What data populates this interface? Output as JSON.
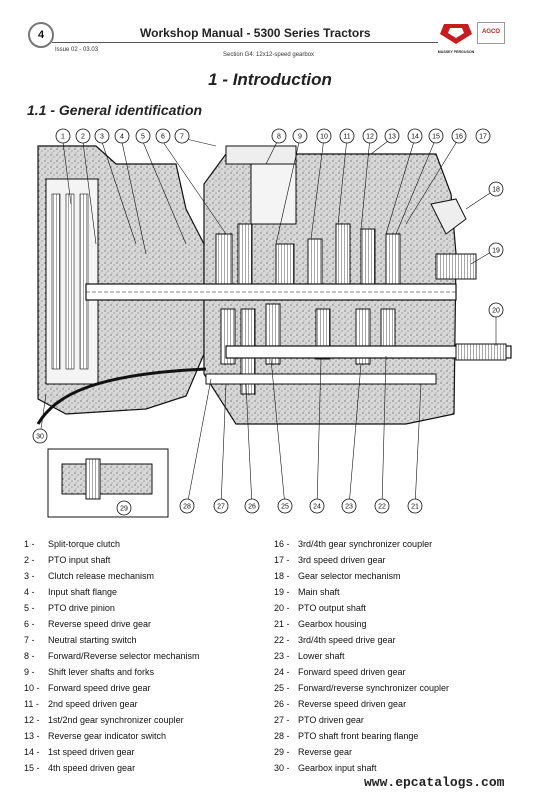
{
  "header": {
    "page_number": "4",
    "title": "Workshop Manual - 5300 Series Tractors",
    "issue": "Issue 02 - 03.03",
    "section": "Section G4: 12x12-speed gearbox",
    "brand_mf": "MASSEY FERGUSON",
    "brand_agco": "AGCO"
  },
  "headings": {
    "h1": "1 - Introduction",
    "h2": "1.1 - General identification"
  },
  "callouts": [
    "1",
    "2",
    "3",
    "4",
    "5",
    "6",
    "7",
    "8",
    "9",
    "10",
    "11",
    "12",
    "13",
    "14",
    "15",
    "16",
    "17",
    "18",
    "19",
    "20",
    "21",
    "22",
    "23",
    "24",
    "25",
    "26",
    "27",
    "28",
    "29",
    "30"
  ],
  "parts_left": [
    {
      "num": "1 -",
      "text": "Split-torque clutch"
    },
    {
      "num": "2 -",
      "text": "PTO input shaft"
    },
    {
      "num": "3 -",
      "text": "Clutch release mechanism"
    },
    {
      "num": "4 -",
      "text": "Input shaft flange"
    },
    {
      "num": "5 -",
      "text": "PTO drive pinion"
    },
    {
      "num": "6 -",
      "text": "Reverse speed drive gear"
    },
    {
      "num": "7 -",
      "text": "Neutral starting switch"
    },
    {
      "num": "8 -",
      "text": "Forward/Reverse selector mechanism"
    },
    {
      "num": "9 -",
      "text": "Shift lever shafts and forks"
    },
    {
      "num": "10 -",
      "text": "Forward speed drive gear"
    },
    {
      "num": "11 -",
      "text": "2nd speed driven gear"
    },
    {
      "num": "12 -",
      "text": "1st/2nd gear synchronizer coupler"
    },
    {
      "num": "13 -",
      "text": "Reverse gear indicator switch"
    },
    {
      "num": "14 -",
      "text": "1st speed driven gear"
    },
    {
      "num": "15 -",
      "text": "4th speed driven gear"
    }
  ],
  "parts_right": [
    {
      "num": "16 -",
      "text": "3rd/4th gear synchronizer coupler"
    },
    {
      "num": "17 -",
      "text": "3rd speed driven gear"
    },
    {
      "num": "18 -",
      "text": "Gear selector mechanism"
    },
    {
      "num": "19 -",
      "text": "Main shaft"
    },
    {
      "num": "20 -",
      "text": "PTO output shaft"
    },
    {
      "num": "21 -",
      "text": "Gearbox housing"
    },
    {
      "num": "22 -",
      "text": "3rd/4th speed drive gear"
    },
    {
      "num": "23 -",
      "text": "Lower shaft"
    },
    {
      "num": "24 -",
      "text": "Forward speed driven gear"
    },
    {
      "num": "25 -",
      "text": "Forward/reverse synchronizer coupler"
    },
    {
      "num": "26 -",
      "text": "Reverse speed driven gear"
    },
    {
      "num": "27 -",
      "text": "PTO driven gear"
    },
    {
      "num": "28 -",
      "text": "PTO shaft front bearing flange"
    },
    {
      "num": "29 -",
      "text": "Reverse gear"
    },
    {
      "num": "30 -",
      "text": "Gearbox input shaft"
    }
  ],
  "footer": {
    "url": "www.epcatalogs.com"
  },
  "colors": {
    "accent": "#c41e1e",
    "ink": "#222222"
  }
}
